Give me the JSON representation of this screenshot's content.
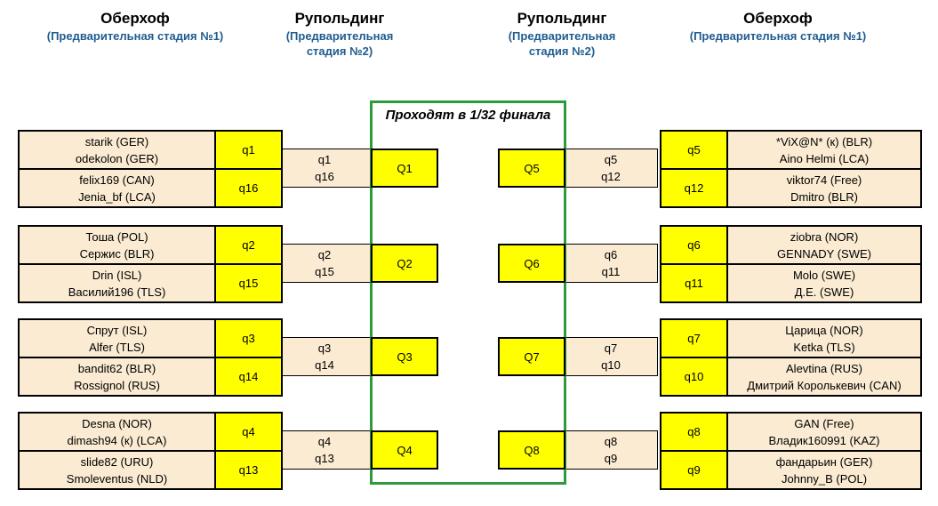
{
  "headers": [
    {
      "city": "Оберхоф",
      "stage": "(Предварительная стадия №1)"
    },
    {
      "city": "Рупольдинг",
      "stage": "(Предварительная стадия №2)"
    },
    {
      "city": "Рупольдинг",
      "stage": "(Предварительная стадия №2)"
    },
    {
      "city": "Оберхоф",
      "stage": "(Предварительная стадия №1)"
    }
  ],
  "qualify_note": "Проходят в 1/32 финала",
  "colors": {
    "cell_yellow": "#ffff00",
    "cell_cream": "#faebd2",
    "frame_green": "#2d9b3d",
    "header_blue": "#1f5c8f"
  },
  "left": [
    {
      "p1": [
        "starik (GER)",
        "odekolon (GER)"
      ],
      "c1": "q1",
      "p2": [
        "felix169 (CAN)",
        "Jenia_bf (LCA)"
      ],
      "c2": "q16",
      "winner": "Q1"
    },
    {
      "p1": [
        "Тоша (POL)",
        "Сержис (BLR)"
      ],
      "c1": "q2",
      "p2": [
        "Drin (ISL)",
        "Василий196 (TLS)"
      ],
      "c2": "q15",
      "winner": "Q2"
    },
    {
      "p1": [
        "Спрут (ISL)",
        "Alfer (TLS)"
      ],
      "c1": "q3",
      "p2": [
        "bandit62 (BLR)",
        "Rossignol (RUS)"
      ],
      "c2": "q14",
      "winner": "Q3"
    },
    {
      "p1": [
        "Desna (NOR)",
        "dimash94 (к) (LCA)"
      ],
      "c1": "q4",
      "p2": [
        "slide82 (URU)",
        "Smoleventus (NLD)"
      ],
      "c2": "q13",
      "winner": "Q4"
    }
  ],
  "right": [
    {
      "c1": "q5",
      "p1": [
        "*ViX@N* (к) (BLR)",
        "Aino Helmi (LCA)"
      ],
      "c2": "q12",
      "p2": [
        "viktor74 (Free)",
        "Dmitro (BLR)"
      ],
      "winner": "Q5"
    },
    {
      "c1": "q6",
      "p1": [
        "ziobra (NOR)",
        "GENNADY (SWE)"
      ],
      "c2": "q11",
      "p2": [
        "Molo (SWE)",
        "Д.Е. (SWE)"
      ],
      "winner": "Q6"
    },
    {
      "c1": "q7",
      "p1": [
        "Царица (NOR)",
        "Ketka (TLS)"
      ],
      "c2": "q10",
      "p2": [
        "Alevtina (RUS)",
        "Дмитрий Королькевич (CAN)"
      ],
      "winner": "Q7"
    },
    {
      "c1": "q8",
      "p1": [
        "GAN (Free)",
        "Владик160991 (KAZ)"
      ],
      "c2": "q9",
      "p2": [
        "фандарьин (GER)",
        "Johnny_B (POL)"
      ],
      "winner": "Q8"
    }
  ]
}
